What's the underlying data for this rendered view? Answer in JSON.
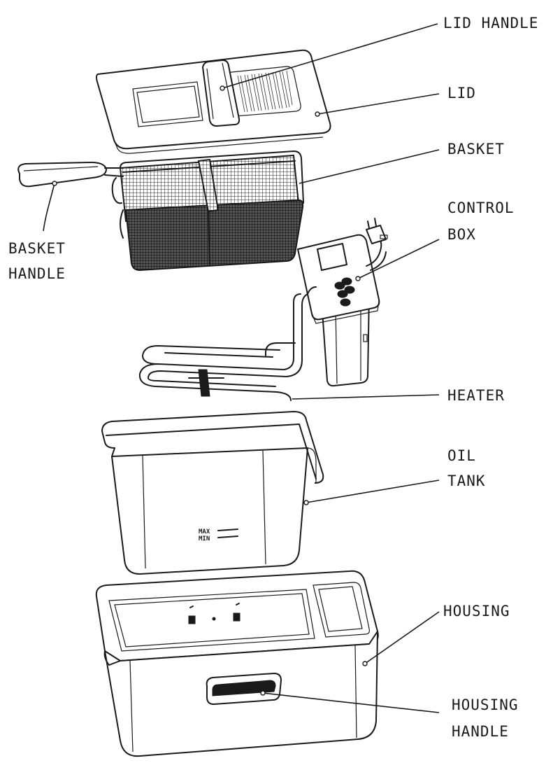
{
  "labels": {
    "lid_handle": "LID HANDLE",
    "lid": "LID",
    "basket": "BASKET",
    "control_box_1": "CONTROL",
    "control_box_2": "BOX",
    "basket_handle_1": "BASKET",
    "basket_handle_2": "HANDLE",
    "heater": "HEATER",
    "oil_tank_1": "OIL",
    "oil_tank_2": "TANK",
    "housing": "HOUSING",
    "housing_handle_1": "HOUSING",
    "housing_handle_2": "HANDLE"
  },
  "tank_marking": {
    "line1": "MAX",
    "line2": "MIN"
  }
}
